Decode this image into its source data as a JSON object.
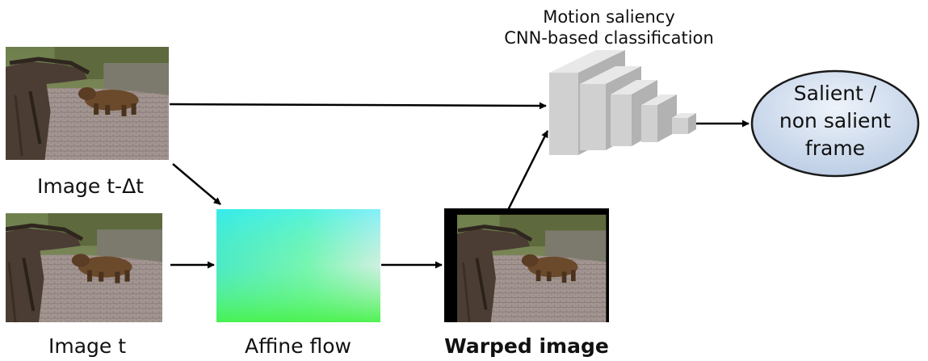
{
  "labels": {
    "image_prev": "Image t-Δt",
    "image_curr": "Image t",
    "affine_flow": "Affine flow",
    "warped_image": "Warped image",
    "cnn_title_line1": "Motion saliency",
    "cnn_title_line2": "CNN-based classification",
    "output_line1": "Salient /",
    "output_line2": "non salient",
    "output_line3": "frame"
  },
  "colors": {
    "arrow": "#000000",
    "output_fill": "#c7d6ea",
    "output_stroke": "#1a1a1a",
    "cnn_block": "#c4c4c4"
  },
  "icons": {
    "scene_photo": "bear-photo",
    "flow_field": "color-gradient-flow",
    "cnn": "stacked-blocks-cnn"
  }
}
